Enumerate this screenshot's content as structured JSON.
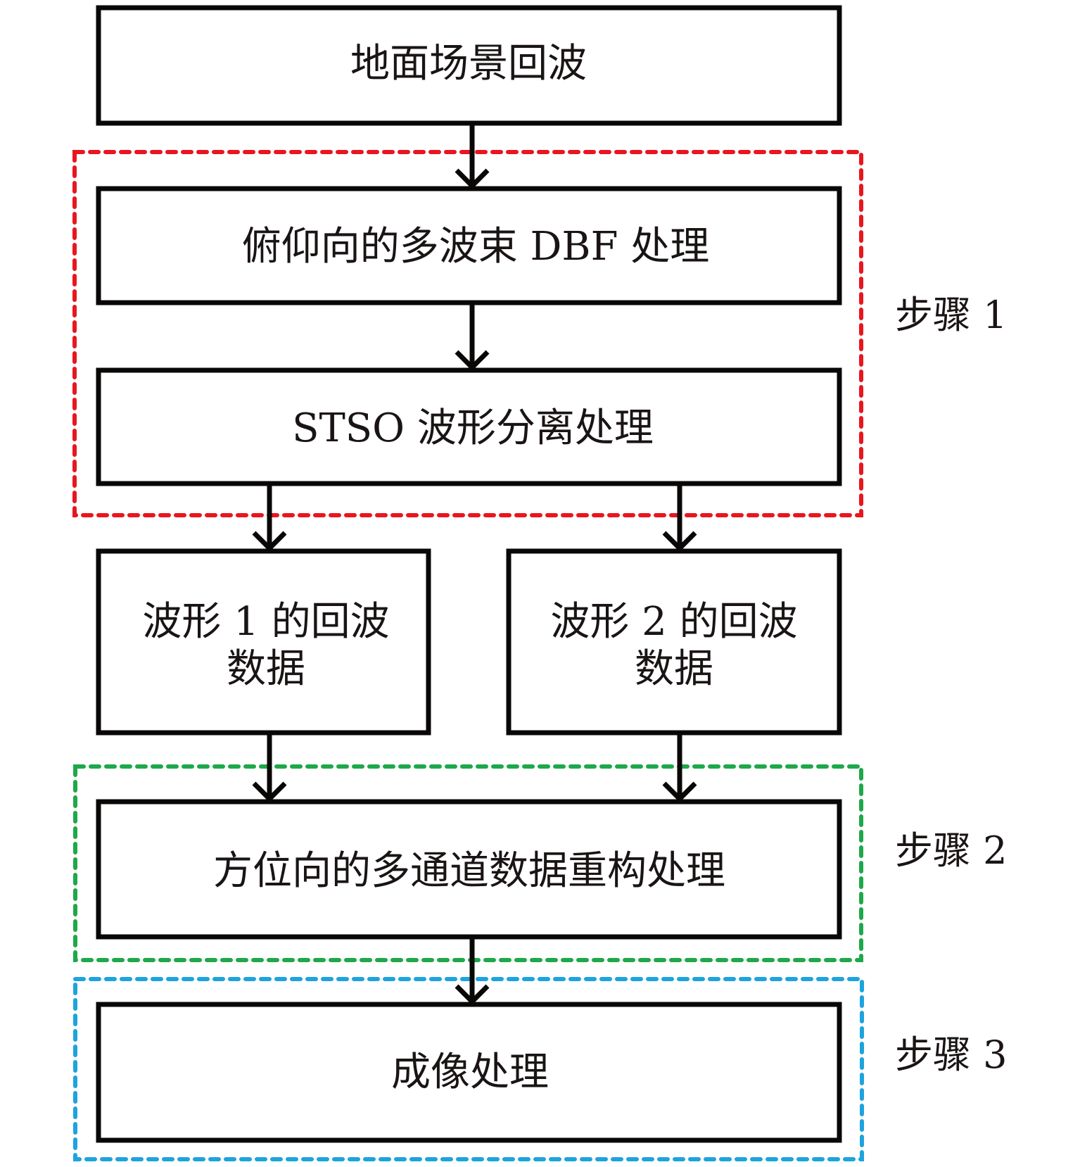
{
  "diagram": {
    "type": "flowchart",
    "nodes": [
      {
        "id": "ground-echo",
        "lines": [
          "地面场景回波"
        ]
      },
      {
        "id": "elevation-dbf",
        "lines": [
          "俯仰向的多波束 DBF 处理"
        ]
      },
      {
        "id": "stso-separation",
        "lines": [
          "STSO 波形分离处理"
        ]
      },
      {
        "id": "waveform1-data",
        "lines": [
          "波形 1 的回波",
          "数据"
        ]
      },
      {
        "id": "waveform2-data",
        "lines": [
          "波形 2 的回波",
          "数据"
        ]
      },
      {
        "id": "azimuth-reconstruction",
        "lines": [
          "方位向的多通道数据重构处理"
        ]
      },
      {
        "id": "imaging",
        "lines": [
          "成像处理"
        ]
      }
    ],
    "edges": [
      {
        "from": "ground-echo",
        "to": "elevation-dbf"
      },
      {
        "from": "elevation-dbf",
        "to": "stso-separation"
      },
      {
        "from": "stso-separation",
        "to": "waveform1-data"
      },
      {
        "from": "stso-separation",
        "to": "waveform2-data"
      },
      {
        "from": "waveform1-data",
        "to": "azimuth-reconstruction"
      },
      {
        "from": "waveform2-data",
        "to": "azimuth-reconstruction"
      },
      {
        "from": "azimuth-reconstruction",
        "to": "imaging"
      }
    ],
    "groups": [
      {
        "id": "step1",
        "label": "步骤 1",
        "color": "#e8161e",
        "members": [
          "elevation-dbf",
          "stso-separation"
        ]
      },
      {
        "id": "step2",
        "label": "步骤 2",
        "color": "#1ea84a",
        "members": [
          "azimuth-reconstruction"
        ]
      },
      {
        "id": "step3",
        "label": "步骤 3",
        "color": "#1ea3de",
        "members": [
          "imaging"
        ]
      }
    ]
  }
}
